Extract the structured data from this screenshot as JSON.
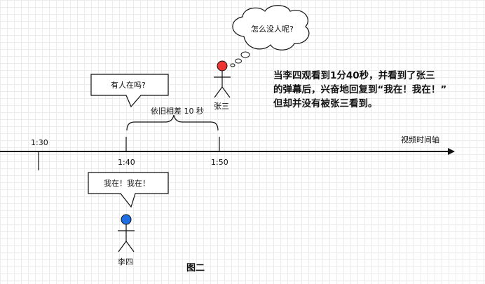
{
  "axis": {
    "label": "视频时间轴",
    "ticks": [
      "1:30",
      "1:40",
      "1:50"
    ]
  },
  "bracket": {
    "label": "依旧相差 10 秒"
  },
  "actors": {
    "zhangsan": {
      "name": "张三",
      "head_color": "#ee3333",
      "thought": "怎么没人呢?"
    },
    "lisi": {
      "name": "李四",
      "head_color": "#1f6fe0",
      "speech": "我在！我在！"
    }
  },
  "top_bubble": "有人在吗?",
  "description": [
    "当李四观看到1分40秒，并看到了张三",
    "的弹幕后，兴奋地回复到“我在！我在！”",
    "但却并没有被张三看到。"
  ],
  "figure_caption": "图二"
}
